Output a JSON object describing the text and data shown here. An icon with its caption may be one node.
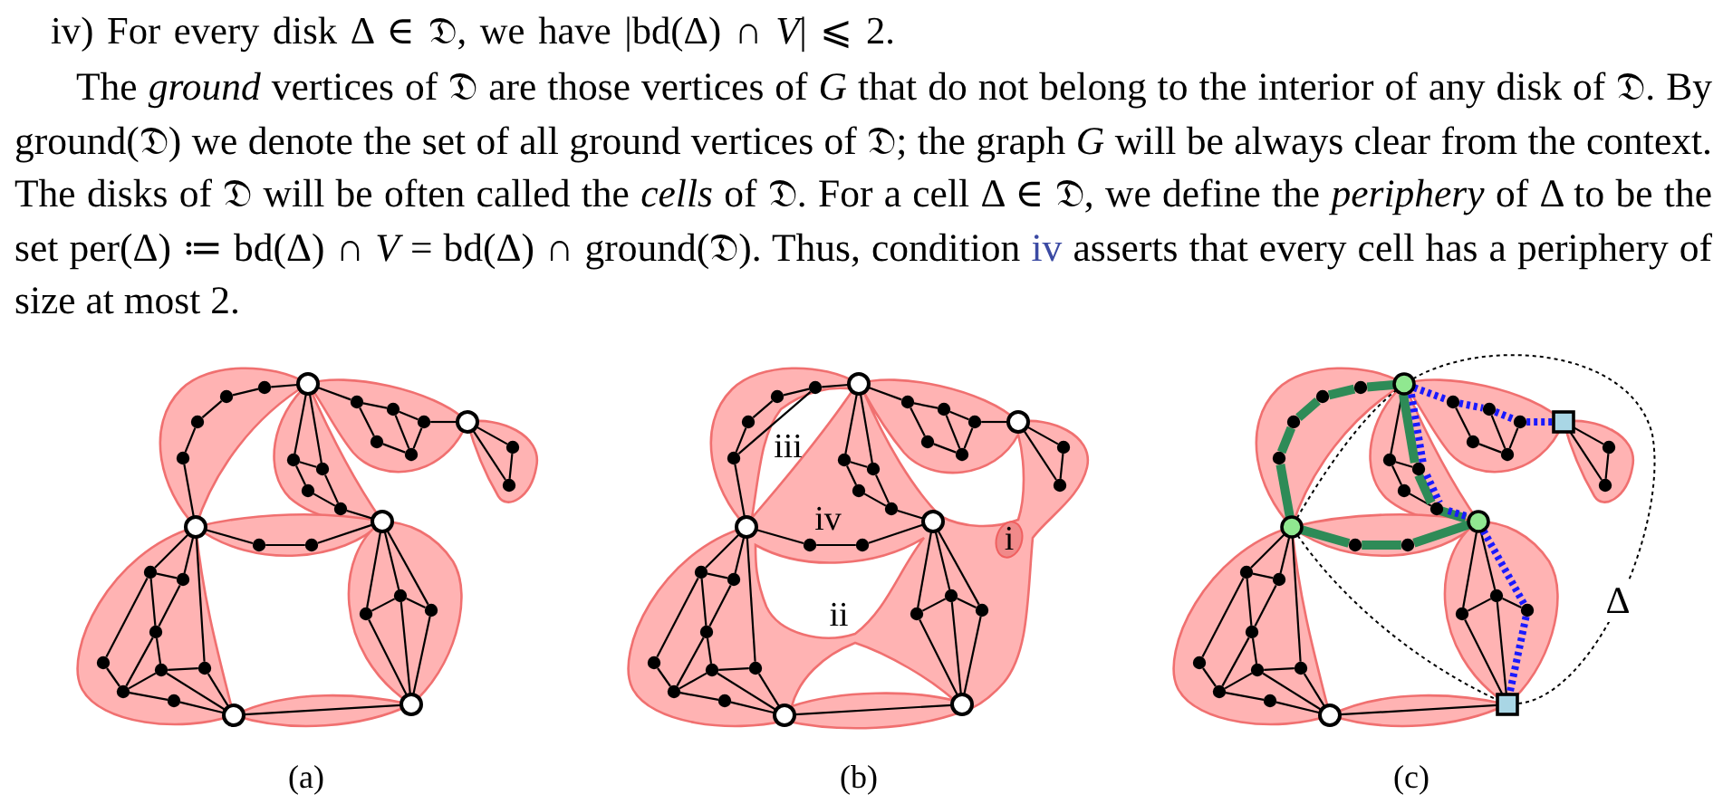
{
  "diagram": {
    "nodes": [
      {
        "text": [],
        "shape": "circle"
      },
      {
        "text": [],
        "shape": "circle"
      },
      {
        "text": [],
        "shape": "circle"
      },
      {
        "text": [],
        "shape": "circle"
      },
      {
        "text": [],
        "shape": "circle"
      },
      {
        "text": [],
        "shape": "circle"
      },
      {
        "text": [],
        "shape": "circle"
      },
      {
        "text": [],
        "shape": "circle"
      },
      {
        "text": [],
        "shape": "circle"
      },
      {
        "text": [],
        "shape": "circle"
      },
      {
        "text": [],
        "shape": "circle"
      },
      {
        "text": [],
        "shape": "circle"
      },
      {
        "text": [],
        "shape": "circle"
      },
      {
        "text": [],
        "shape": "circle"
      },
      {
        "text": [],
        "shape": "circle"
      },
      {
        "text": [],
        "shape": "circle"
      },
      {
        "text": [],
        "shape": "circle"
      },
      {
        "text": [],
        "shape": "circle"
      },
      {
        "text": [],
        "shape": "circle"
      },
      {
        "text": [],
        "shape": "circle"
      },
      {
        "text": [],
        "shape": "circle"
      },
      {
        "text": [],
        "shape": "circle"
      },
      {
        "text": [],
        "shape": "circle"
      },
      {
        "text": [],
        "shape": "circle"
      },
      {
        "text": [],
        "shape": "circle"
      },
      {
        "text": [],
        "shape": "circle"
      },
      {
        "text": [],
        "shape": "circle"
      },
      {
        "text": [],
        "shape": "circle"
      },
      {
        "text": [],
        "shape": "circle"
      },
      {
        "text": [],
        "shape": "circle"
      },
      {
        "text": [],
        "shape": "circle"
      },
      {
        "text": [],
        "shape": "circle"
      },
      {
        "text": [],
        "shape": "circle"
      },
      {
        "text": [],
        "shape": "circle"
      },
      {
        "text": [],
        "shape": "circle"
      },
      {
        "text": [],
        "shape": "circle"
      },
      {
        "text": [],
        "shape": "circle"
      },
      {
        "text": [],
        "shape": "circle"
      },
      {
        "text": [],
        "shape": "circle"
      },
      {
        "text": [],
        "shape": "circle"
      },
      {
        "text": [],
        "shape": "circle"
      },
      {
        "text": [],
        "shape": "circle"
      },
      {
        "text": [],
        "shape": "circle"
      },
      {
        "text": [],
        "shape": "circle"
      },
      {
        "text": [],
        "shape": "circle"
      },
      {
        "text": [],
        "shape": "circle"
      },
      {
        "text": [],
        "shape": "circle"
      },
      {
        "text": [],
        "shape": "circle"
      },
      {
        "text": [],
        "shape": "circle"
      },
      {
        "text": [],
        "shape": "circle"
      },
      {
        "text": [],
        "shape": "circle"
      },
      {
        "text": [],
        "shape": "circle"
      },
      {
        "text": [],
        "shape": "circle"
      },
      {
        "text": [],
        "shape": "circle"
      },
      {
        "text": [],
        "shape": "circle"
      },
      {
        "text": [],
        "shape": "circle"
      },
      {
        "text": [],
        "shape": "circle"
      },
      {
        "text": [],
        "shape": "circle"
      },
      {
        "text": [],
        "shape": "circle"
      },
      {
        "text": [],
        "shape": "circle"
      },
      {
        "text": [],
        "shape": "circle"
      },
      {
        "text": [],
        "shape": "circle"
      },
      {
        "text": [],
        "shape": "circle"
      },
      {
        "text": [],
        "shape": "circle"
      },
      {
        "text": [],
        "shape": "circle"
      },
      {
        "text": [],
        "shape": "circle"
      },
      {
        "text": [],
        "shape": "circle"
      },
      {
        "text": [],
        "shape": "circle"
      },
      {
        "text": [],
        "shape": "circle"
      },
      {
        "text": [],
        "shape": "circle"
      },
      {
        "text": [],
        "shape": "circle"
      },
      {
        "text": [],
        "shape": "circle"
      },
      {
        "text": [],
        "shape": "circle"
      },
      {
        "text": [],
        "shape": "circle"
      },
      {
        "text": [],
        "shape": "circle"
      },
      {
        "text": [],
        "shape": "box"
      },
      {
        "text": [],
        "shape": "circle"
      },
      {
        "text": [],
        "shape": "circle"
      },
      {
        "text": [],
        "shape": "circle"
      },
      {
        "text": [],
        "shape": "circle"
      },
      {
        "text": [],
        "shape": "circle"
      },
      {
        "text": [],
        "shape": "circle"
      },
      {
        "text": [],
        "shape": "circle"
      },
      {
        "text": [],
        "shape": "circle"
      },
      {
        "text": [],
        "shape": "circle"
      },
      {
        "text": [],
        "shape": "circle"
      },
      {
        "text": [],
        "shape": "circle"
      },
      {
        "text": [],
        "shape": "circle"
      },
      {
        "text": [],
        "shape": "circle"
      },
      {
        "text": [],
        "shape": "circle"
      },
      {
        "text": [],
        "shape": "circle"
      },
      {
        "text": [],
        "shape": "circle"
      },
      {
        "text": [],
        "shape": "circle"
      },
      {
        "text": [],
        "shape": "circle"
      },
      {
        "text": [],
        "shape": "circle"
      },
      {
        "text": [],
        "shape": "circle"
      },
      {
        "text": [],
        "shape": "circle"
      },
      {
        "text": [],
        "shape": "circle"
      },
      {
        "text": [],
        "shape": "circle"
      },
      {
        "text": [],
        "shape": "circle"
      },
      {
        "text": [],
        "shape": "box"
      },
      {
        "text": [],
        "shape": "circle"
      },
      {
        "text": [
          "i"
        ]
      }
    ],
    "edges": [
      {
        "from": 18,
        "to": 11,
        "arrow": "none"
      },
      {
        "from": 11,
        "to": 5,
        "arrow": "none"
      },
      {
        "from": 5,
        "to": 2,
        "arrow": "none"
      },
      {
        "from": 2,
        "to": 1,
        "arrow": "none"
      },
      {
        "from": 1,
        "to": 0,
        "arrow": "none"
      },
      {
        "from": 0,
        "to": 12,
        "arrow": "none"
      },
      {
        "from": 0,
        "to": 13,
        "arrow": "none"
      },
      {
        "from": 12,
        "to": 13,
        "arrow": "none"
      },
      {
        "from": 12,
        "to": 15,
        "arrow": "none"
      },
      {
        "from": 15,
        "to": 16,
        "arrow": "none"
      },
      {
        "from": 13,
        "to": 16,
        "arrow": "none"
      },
      {
        "from": 16,
        "to": 17,
        "arrow": "none"
      },
      {
        "from": 0,
        "to": 3,
        "arrow": "none"
      },
      {
        "from": 3,
        "to": 4,
        "arrow": "none"
      },
      {
        "from": 3,
        "to": 8,
        "arrow": "none"
      },
      {
        "from": 8,
        "to": 10,
        "arrow": "none"
      },
      {
        "from": 4,
        "to": 10,
        "arrow": "none"
      },
      {
        "from": 4,
        "to": 6,
        "arrow": "none"
      },
      {
        "from": 10,
        "to": 6,
        "arrow": "none"
      },
      {
        "from": 6,
        "to": 7,
        "arrow": "none"
      },
      {
        "from": 7,
        "to": 9,
        "arrow": "none"
      },
      {
        "from": 7,
        "to": 14,
        "arrow": "none"
      },
      {
        "from": 9,
        "to": 14,
        "arrow": "none"
      },
      {
        "from": 18,
        "to": 19,
        "arrow": "none"
      },
      {
        "from": 19,
        "to": 20,
        "arrow": "none"
      },
      {
        "from": 20,
        "to": 17,
        "arrow": "none"
      },
      {
        "from": 18,
        "to": 21,
        "arrow": "none"
      },
      {
        "from": 18,
        "to": 22,
        "arrow": "none"
      },
      {
        "from": 18,
        "to": 28,
        "arrow": "none"
      },
      {
        "from": 21,
        "to": 22,
        "arrow": "none"
      },
      {
        "from": 21,
        "to": 26,
        "arrow": "none"
      },
      {
        "from": 21,
        "to": 27,
        "arrow": "none"
      },
      {
        "from": 22,
        "to": 26,
        "arrow": "none"
      },
      {
        "from": 26,
        "to": 30,
        "arrow": "none"
      },
      {
        "from": 27,
        "to": 30,
        "arrow": "none"
      },
      {
        "from": 30,
        "to": 29,
        "arrow": "none"
      },
      {
        "from": 30,
        "to": 31,
        "arrow": "none"
      },
      {
        "from": 26,
        "to": 29,
        "arrow": "none"
      },
      {
        "from": 29,
        "to": 28,
        "arrow": "none"
      },
      {
        "from": 29,
        "to": 33,
        "arrow": "none"
      },
      {
        "from": 31,
        "to": 33,
        "arrow": "none"
      },
      {
        "from": 28,
        "to": 33,
        "arrow": "none"
      },
      {
        "from": 17,
        "to": 25,
        "arrow": "none"
      },
      {
        "from": 17,
        "to": 23,
        "arrow": "none"
      },
      {
        "from": 17,
        "to": 24,
        "arrow": "none"
      },
      {
        "from": 25,
        "to": 23,
        "arrow": "none"
      },
      {
        "from": 23,
        "to": 24,
        "arrow": "none"
      },
      {
        "from": 25,
        "to": 32,
        "arrow": "none"
      },
      {
        "from": 23,
        "to": 32,
        "arrow": "none"
      },
      {
        "from": 24,
        "to": 32,
        "arrow": "none"
      },
      {
        "from": 33,
        "to": 32,
        "arrow": "none"
      },
      {
        "from": 52,
        "to": 45,
        "arrow": "none"
      },
      {
        "from": 45,
        "to": 39,
        "arrow": "none"
      },
      {
        "from": 39,
        "to": 36,
        "arrow": "none"
      },
      {
        "from": 36,
        "to": 35,
        "arrow": "none"
      },
      {
        "from": 35,
        "to": 34,
        "arrow": "none"
      },
      {
        "from": 34,
        "to": 46,
        "arrow": "none"
      },
      {
        "from": 34,
        "to": 47,
        "arrow": "none"
      },
      {
        "from": 46,
        "to": 47,
        "arrow": "none"
      },
      {
        "from": 46,
        "to": 49,
        "arrow": "none"
      },
      {
        "from": 49,
        "to": 50,
        "arrow": "none"
      },
      {
        "from": 47,
        "to": 50,
        "arrow": "none"
      },
      {
        "from": 50,
        "to": 51,
        "arrow": "none"
      },
      {
        "from": 34,
        "to": 37,
        "arrow": "none"
      },
      {
        "from": 37,
        "to": 38,
        "arrow": "none"
      },
      {
        "from": 37,
        "to": 42,
        "arrow": "none"
      },
      {
        "from": 42,
        "to": 44,
        "arrow": "none"
      },
      {
        "from": 38,
        "to": 44,
        "arrow": "none"
      },
      {
        "from": 38,
        "to": 40,
        "arrow": "none"
      },
      {
        "from": 44,
        "to": 40,
        "arrow": "none"
      },
      {
        "from": 40,
        "to": 41,
        "arrow": "none"
      },
      {
        "from": 41,
        "to": 43,
        "arrow": "none"
      },
      {
        "from": 41,
        "to": 48,
        "arrow": "none"
      },
      {
        "from": 43,
        "to": 48,
        "arrow": "none"
      },
      {
        "from": 52,
        "to": 53,
        "arrow": "none"
      },
      {
        "from": 53,
        "to": 54,
        "arrow": "none"
      },
      {
        "from": 54,
        "to": 51,
        "arrow": "none"
      },
      {
        "from": 52,
        "to": 55,
        "arrow": "none"
      },
      {
        "from": 52,
        "to": 56,
        "arrow": "none"
      },
      {
        "from": 52,
        "to": 62,
        "arrow": "none"
      },
      {
        "from": 55,
        "to": 56,
        "arrow": "none"
      },
      {
        "from": 55,
        "to": 60,
        "arrow": "none"
      },
      {
        "from": 55,
        "to": 61,
        "arrow": "none"
      },
      {
        "from": 56,
        "to": 60,
        "arrow": "none"
      },
      {
        "from": 60,
        "to": 64,
        "arrow": "none"
      },
      {
        "from": 61,
        "to": 64,
        "arrow": "none"
      },
      {
        "from": 64,
        "to": 63,
        "arrow": "none"
      },
      {
        "from": 64,
        "to": 65,
        "arrow": "none"
      },
      {
        "from": 60,
        "to": 63,
        "arrow": "none"
      },
      {
        "from": 63,
        "to": 62,
        "arrow": "none"
      },
      {
        "from": 63,
        "to": 67,
        "arrow": "none"
      },
      {
        "from": 65,
        "to": 67,
        "arrow": "none"
      },
      {
        "from": 62,
        "to": 67,
        "arrow": "none"
      },
      {
        "from": 51,
        "to": 59,
        "arrow": "none"
      },
      {
        "from": 51,
        "to": 57,
        "arrow": "none"
      },
      {
        "from": 51,
        "to": 58,
        "arrow": "none"
      },
      {
        "from": 59,
        "to": 57,
        "arrow": "none"
      },
      {
        "from": 57,
        "to": 58,
        "arrow": "none"
      },
      {
        "from": 59,
        "to": 66,
        "arrow": "none"
      },
      {
        "from": 57,
        "to": 66,
        "arrow": "none"
      },
      {
        "from": 58,
        "to": 66,
        "arrow": "none"
      },
      {
        "from": 67,
        "to": 66,
        "arrow": "none"
      },
      {
        "from": 45,
        "to": 35,
        "arrow": "none"
      },
      {
        "from": 68,
        "to": 80,
        "arrow": "none"
      },
      {
        "from": 80,
        "to": 81,
        "arrow": "none"
      },
      {
        "from": 80,
        "to": 83,
        "arrow": "none"
      },
      {
        "from": 83,
        "to": 84,
        "arrow": "none"
      },
      {
        "from": 71,
        "to": 76,
        "arrow": "none"
      },
      {
        "from": 76,
        "to": 78,
        "arrow": "none"
      },
      {
        "from": 72,
        "to": 78,
        "arrow": "none"
      },
      {
        "from": 78,
        "to": 74,
        "arrow": "none"
      },
      {
        "from": 75,
        "to": 77,
        "arrow": "none"
      },
      {
        "from": 75,
        "to": 82,
        "arrow": "none"
      },
      {
        "from": 77,
        "to": 82,
        "arrow": "none"
      },
      {
        "from": 86,
        "to": 89,
        "arrow": "none"
      },
      {
        "from": 86,
        "to": 90,
        "arrow": "none"
      },
      {
        "from": 86,
        "to": 96,
        "arrow": "none"
      },
      {
        "from": 89,
        "to": 90,
        "arrow": "none"
      },
      {
        "from": 89,
        "to": 94,
        "arrow": "none"
      },
      {
        "from": 89,
        "to": 95,
        "arrow": "none"
      },
      {
        "from": 90,
        "to": 94,
        "arrow": "none"
      },
      {
        "from": 94,
        "to": 98,
        "arrow": "none"
      },
      {
        "from": 95,
        "to": 98,
        "arrow": "none"
      },
      {
        "from": 98,
        "to": 97,
        "arrow": "none"
      },
      {
        "from": 98,
        "to": 99,
        "arrow": "none"
      },
      {
        "from": 94,
        "to": 97,
        "arrow": "none"
      },
      {
        "from": 97,
        "to": 96,
        "arrow": "none"
      },
      {
        "from": 97,
        "to": 101,
        "arrow": "none"
      },
      {
        "from": 99,
        "to": 101,
        "arrow": "none"
      },
      {
        "from": 96,
        "to": 101,
        "arrow": "none"
      },
      {
        "from": 85,
        "to": 93,
        "arrow": "none"
      },
      {
        "from": 85,
        "to": 91,
        "arrow": "none"
      },
      {
        "from": 93,
        "to": 91,
        "arrow": "none"
      },
      {
        "from": 91,
        "to": 92,
        "arrow": "none"
      },
      {
        "from": 93,
        "to": 100,
        "arrow": "none"
      },
      {
        "from": 91,
        "to": 100,
        "arrow": "none"
      },
      {
        "from": 101,
        "to": 100,
        "arrow": "none"
      },
      {
        "from": 86,
        "to": 79,
        "arrow": "none",
        "style": "thick",
        "color": "#2e8b57"
      },
      {
        "from": 79,
        "to": 73,
        "arrow": "none",
        "style": "thick",
        "color": "#2e8b57"
      },
      {
        "from": 73,
        "to": 70,
        "arrow": "none",
        "style": "thick",
        "color": "#2e8b57"
      },
      {
        "from": 70,
        "to": 69,
        "arrow": "none",
        "style": "thick",
        "color": "#2e8b57"
      },
      {
        "from": 69,
        "to": 68,
        "arrow": "none",
        "style": "thick",
        "color": "#2e8b57"
      },
      {
        "from": 68,
        "to": 81,
        "arrow": "none",
        "style": "thick",
        "color": "#2e8b57"
      },
      {
        "from": 81,
        "to": 84,
        "arrow": "none",
        "style": "thick",
        "color": "#2e8b57"
      },
      {
        "from": 84,
        "to": 85,
        "arrow": "none",
        "style": "thick",
        "color": "#2e8b57"
      },
      {
        "from": 85,
        "to": 88,
        "arrow": "none",
        "style": "thick",
        "color": "#2e8b57"
      },
      {
        "from": 88,
        "to": 87,
        "arrow": "none",
        "style": "thick",
        "color": "#2e8b57"
      },
      {
        "from": 87,
        "to": 86,
        "arrow": "none",
        "style": "thick",
        "color": "#2e8b57"
      },
      {
        "from": 68,
        "to": 71,
        "arrow": "none",
        "style": "dashed",
        "color": "#1a1aff"
      },
      {
        "from": 71,
        "to": 72,
        "arrow": "none",
        "style": "dashed",
        "color": "#1a1aff"
      },
      {
        "from": 72,
        "to": 74,
        "arrow": "none",
        "style": "dashed",
        "color": "#1a1aff"
      },
      {
        "from": 74,
        "to": 75,
        "arrow": "none",
        "style": "dashed",
        "color": "#1a1aff"
      },
      {
        "from": 68,
        "to": 81,
        "arrow": "none",
        "style": "dashed",
        "color": "#1a1aff"
      },
      {
        "from": 81,
        "to": 84,
        "arrow": "none",
        "style": "dashed",
        "color": "#1a1aff"
      },
      {
        "from": 84,
        "to": 85,
        "arrow": "none",
        "style": "dashed",
        "color": "#1a1aff"
      },
      {
        "from": 85,
        "to": 92,
        "arrow": "none",
        "style": "dashed",
        "color": "#1a1aff"
      },
      {
        "from": 92,
        "to": 100,
        "arrow": "none",
        "style": "dashed",
        "color": "#1a1aff"
      },
      {
        "from": 86,
        "to": 68,
        "arrow": "none",
        "style": "dashed"
      },
      {
        "from": 86,
        "to": 100,
        "arrow": "none",
        "style": "dashed"
      },
      {
        "from": 68,
        "to": 100,
        "arrow": "none",
        "style": "dashed",
        "label": "Δ"
      }
    ],
    "labels": [
      "iv) For every disk Δ ∈ 𝔇, we have |bd(Δ) ∩ *V*| ⩽ 2.",
      "The *ground* vertices of 𝔇 are those vertices of *G* that do not belong to the interior of any disk of 𝔇. By ground(𝔇) we denote the set of all ground vertices of 𝔇; the graph *G* will be always clear from the context. The disks of 𝔇 will be often called the *cells* of 𝔇. For a cell Δ ∈ 𝔇, we define the *periphery* of Δ to be the set per(Δ) ≔ bd(Δ) ∩ *V* = bd(Δ) ∩ ground(𝔇). Thus, condition",
      "iv",
      "asserts that every cell has a periphery of size at most 2.",
      "iii",
      "iv",
      "ii",
      "(a)",
      "(b)",
      "(c)"
    ]
  }
}
